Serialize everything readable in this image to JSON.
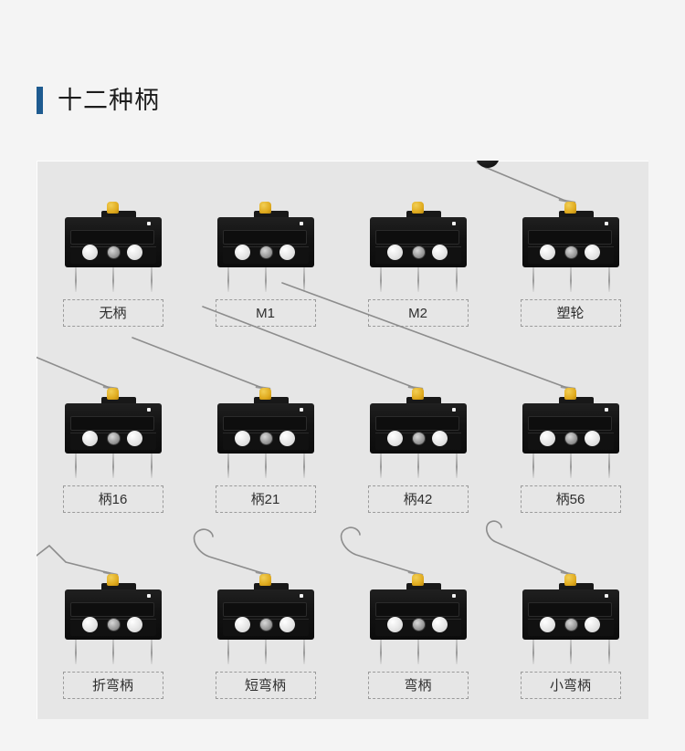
{
  "page": {
    "background_color": "#f4f4f4",
    "panel_color": "#e6e6e6"
  },
  "heading": {
    "accent_color": "#1e5b90",
    "title": "十二种柄"
  },
  "grid": {
    "columns": 4,
    "rows": 3,
    "items": [
      {
        "id": "no-lever",
        "label": "无柄",
        "actuator": "none",
        "row": 1,
        "col": 1
      },
      {
        "id": "m1",
        "label": "M1",
        "actuator": "mushroom-cap",
        "row": 1,
        "col": 2
      },
      {
        "id": "m2",
        "label": "M2",
        "actuator": "mushroom-cap",
        "row": 1,
        "col": 3
      },
      {
        "id": "plastic-roller",
        "label": "塑轮",
        "actuator": "roller-lever",
        "row": 1,
        "col": 4
      },
      {
        "id": "lever-16",
        "label": "柄16",
        "actuator": "straight-lever-short",
        "row": 2,
        "col": 1
      },
      {
        "id": "lever-21",
        "label": "柄21",
        "actuator": "straight-lever-medium",
        "row": 2,
        "col": 2
      },
      {
        "id": "lever-42",
        "label": "柄42",
        "actuator": "straight-lever-long",
        "row": 2,
        "col": 3
      },
      {
        "id": "lever-56",
        "label": "柄56",
        "actuator": "straight-lever-extra-long",
        "row": 2,
        "col": 4
      },
      {
        "id": "folded-lever",
        "label": "折弯柄",
        "actuator": "folded-lever",
        "row": 3,
        "col": 1
      },
      {
        "id": "short-bent-lever",
        "label": "短弯柄",
        "actuator": "hook-lever-short",
        "row": 3,
        "col": 2
      },
      {
        "id": "bent-lever",
        "label": "弯柄",
        "actuator": "hook-lever",
        "row": 3,
        "col": 3
      },
      {
        "id": "small-bent-lever",
        "label": "小弯柄",
        "actuator": "hook-lever-small",
        "row": 3,
        "col": 4
      }
    ]
  },
  "switch_part_names": {
    "body": "switch-body",
    "plunger": "yellow-plunger",
    "hole": "mounting-hole",
    "rivet": "center-rivet",
    "pin": "terminal-pin",
    "indicator": "top-indicator-dot"
  }
}
